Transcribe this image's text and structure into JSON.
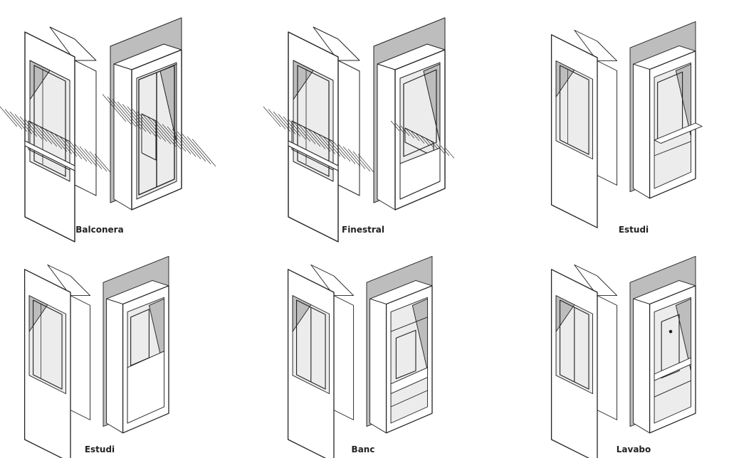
{
  "modules": [
    {
      "label": "Balconera",
      "variant": "balcony"
    },
    {
      "label": "Finestral",
      "variant": "window-railing"
    },
    {
      "label": "Estudi",
      "variant": "desk"
    },
    {
      "label": "Estudi",
      "variant": "study-low"
    },
    {
      "label": "Banc",
      "variant": "bench"
    },
    {
      "label": "Lavabo",
      "variant": "washbasin"
    }
  ],
  "colors": {
    "line": "#222222",
    "shade": "#bdbdbd",
    "light": "#ececec",
    "paper": "#ffffff"
  }
}
